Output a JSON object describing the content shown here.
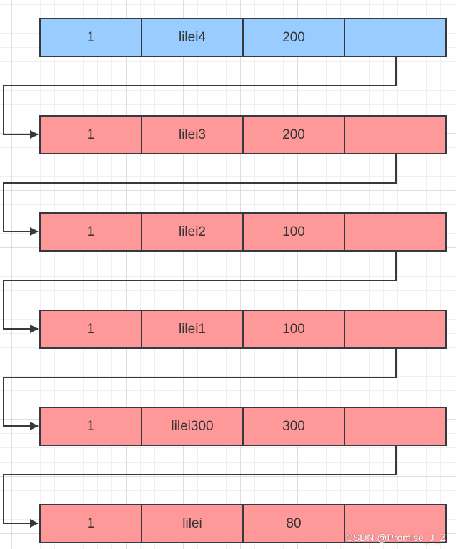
{
  "palette": {
    "head_fill": "#99ccff",
    "node_fill": "#ff9999",
    "stroke": "#36393d",
    "text": "#333333"
  },
  "rows": [
    {
      "cells": [
        "1",
        "lilei4",
        "200",
        ""
      ]
    },
    {
      "cells": [
        "1",
        "lilei3",
        "200",
        ""
      ]
    },
    {
      "cells": [
        "1",
        "lilei2",
        "100",
        ""
      ]
    },
    {
      "cells": [
        "1",
        "lilei1",
        "100",
        ""
      ]
    },
    {
      "cells": [
        "1",
        "lilei300",
        "300",
        ""
      ]
    },
    {
      "cells": [
        "1",
        "lilei",
        "80",
        ""
      ]
    }
  ],
  "watermark": "CSDN @Promise_J_Z"
}
